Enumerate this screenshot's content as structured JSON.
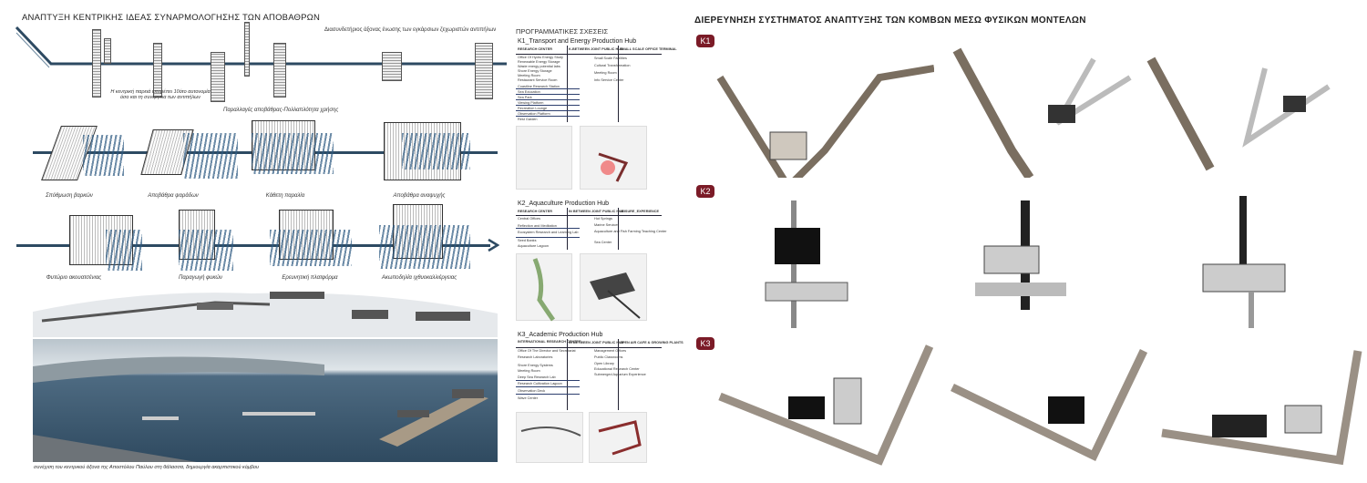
{
  "left": {
    "title": "ΑΝΑΠΤΥΞΗ ΚΕΝΤΡΙΚΗΣ ΙΔΕΑΣ ΣΥΝΑΡΜΟΛΟΓΗΣΗΣ ΤΩΝ ΑΠΟΒΑΘΡΩΝ",
    "axis_label": "Διασυνδετήριος άξονας ένωσης των εγκάρσιων ζεχωριστών αντιπήλων",
    "central_note": "Η κεντρική παρειά επιτρέπει 10ότο αυτονομία όσο και τη συνέργεια των αντιπήλων",
    "variations_label": "Παραλλαγές αποβάθρας-Πολλαπλότητα χρήσης",
    "row1_captions": [
      "Σπόθμωση βαρκών",
      "Αποβάθρα ψαράδων",
      "Κάθετη παραλία",
      "Αποβάθρα αναψυχής"
    ],
    "row2_captions": [
      "Φυτώριο ακουατσένιας",
      "Παραγωγή φυκών",
      "Ερευνητική πλατφόρμα",
      "Ακωποδηλία ιχθυοκαλλιέργειας"
    ],
    "bottom_caption": "συνέχιση του κεντρικού άξονα της Αποστόλου Παύλου στη θάλασσα, δημιουργία ακαρπιστικού κόμβου"
  },
  "middle": {
    "title": "ΠΡΟΓΡΑΜΜΑΤΙΚΕΣ ΣΧΕΣΕΙΣ",
    "hubs": [
      {
        "name": "K1_Transport and Energy Production Hub",
        "head_left": "RESEARCH CENTER",
        "head_mid": "K-BETWEEN JOINT PUBLIC HUB",
        "head_right": "SMALL SCALE OFFICE TERMINAL",
        "left_items": [
          "Office Of Hydro Energy Study",
          "Renewable Energy Storage",
          "Waste energy potential labs",
          "Shore Energy Storage",
          "Meeting Room",
          "Restaurant Service Room",
          "Coastline Research Station",
          "Sea Education",
          "Sea Park",
          "Viewing Platform",
          "Recreation Lounge",
          "Observation Platform",
          "Rest Garden"
        ],
        "right_items": [
          "Small Scale Facilities",
          "Cultural Transformation",
          "Meeting Room",
          "Info Service Center"
        ]
      },
      {
        "name": "K2_Aquaculture Production Hub",
        "head_left": "RESEARCH CENTER",
        "head_mid": "IN BETWEEN JOINT PUBLIC HUB",
        "head_right": "LEISURE_EXPERIENCE",
        "left_items": [
          "Central Offices",
          "Reflection and Meditation",
          "Ecosystem Research and Learning Lab",
          "Seed Banks",
          "Aquaculture Lagoon"
        ],
        "right_items": [
          "Hot Springs",
          "Marine Services",
          "Aquaculture and Fish Farming Teaching Center",
          "Sea Center"
        ]
      },
      {
        "name": "K3_Academic Production Hub",
        "head_left": "INTERNATIONAL RESEARCH CENTER",
        "head_mid": "IN BETWEEN JOINT PUBLIC HUB",
        "head_right": "OPEN AIR CAFE & GROWING PLANTS",
        "left_items": [
          "Office Of The Director and Secretariat",
          "Research Laboratories",
          "Shore Energy Systems",
          "Meeting Room",
          "Deep Sea Research Lab",
          "Research Cultivation Lagoon",
          "Observation Deck",
          "Wave Center"
        ],
        "right_items": [
          "Management Offices",
          "Public Classrooms",
          "Open Library",
          "Educational Research Center",
          "Submerged Aquarium Experience"
        ]
      }
    ]
  },
  "right": {
    "title": "ΔΙΕΡΕΥΝΗΣΗ ΣΥΣΤΗΜΑΤΟΣ ΑΝΑΠΤΥΞΗΣ ΤΩΝ ΚΟΜΒΩΝ ΜΕΣΩ ΦΥΣΙΚΩΝ ΜΟΝΤΕΛΩΝ",
    "badges": [
      "K1",
      "K2",
      "K3"
    ]
  },
  "colors": {
    "axis": "#2d4a62",
    "badge": "#7b1b27",
    "sea": "#3f5f78"
  }
}
